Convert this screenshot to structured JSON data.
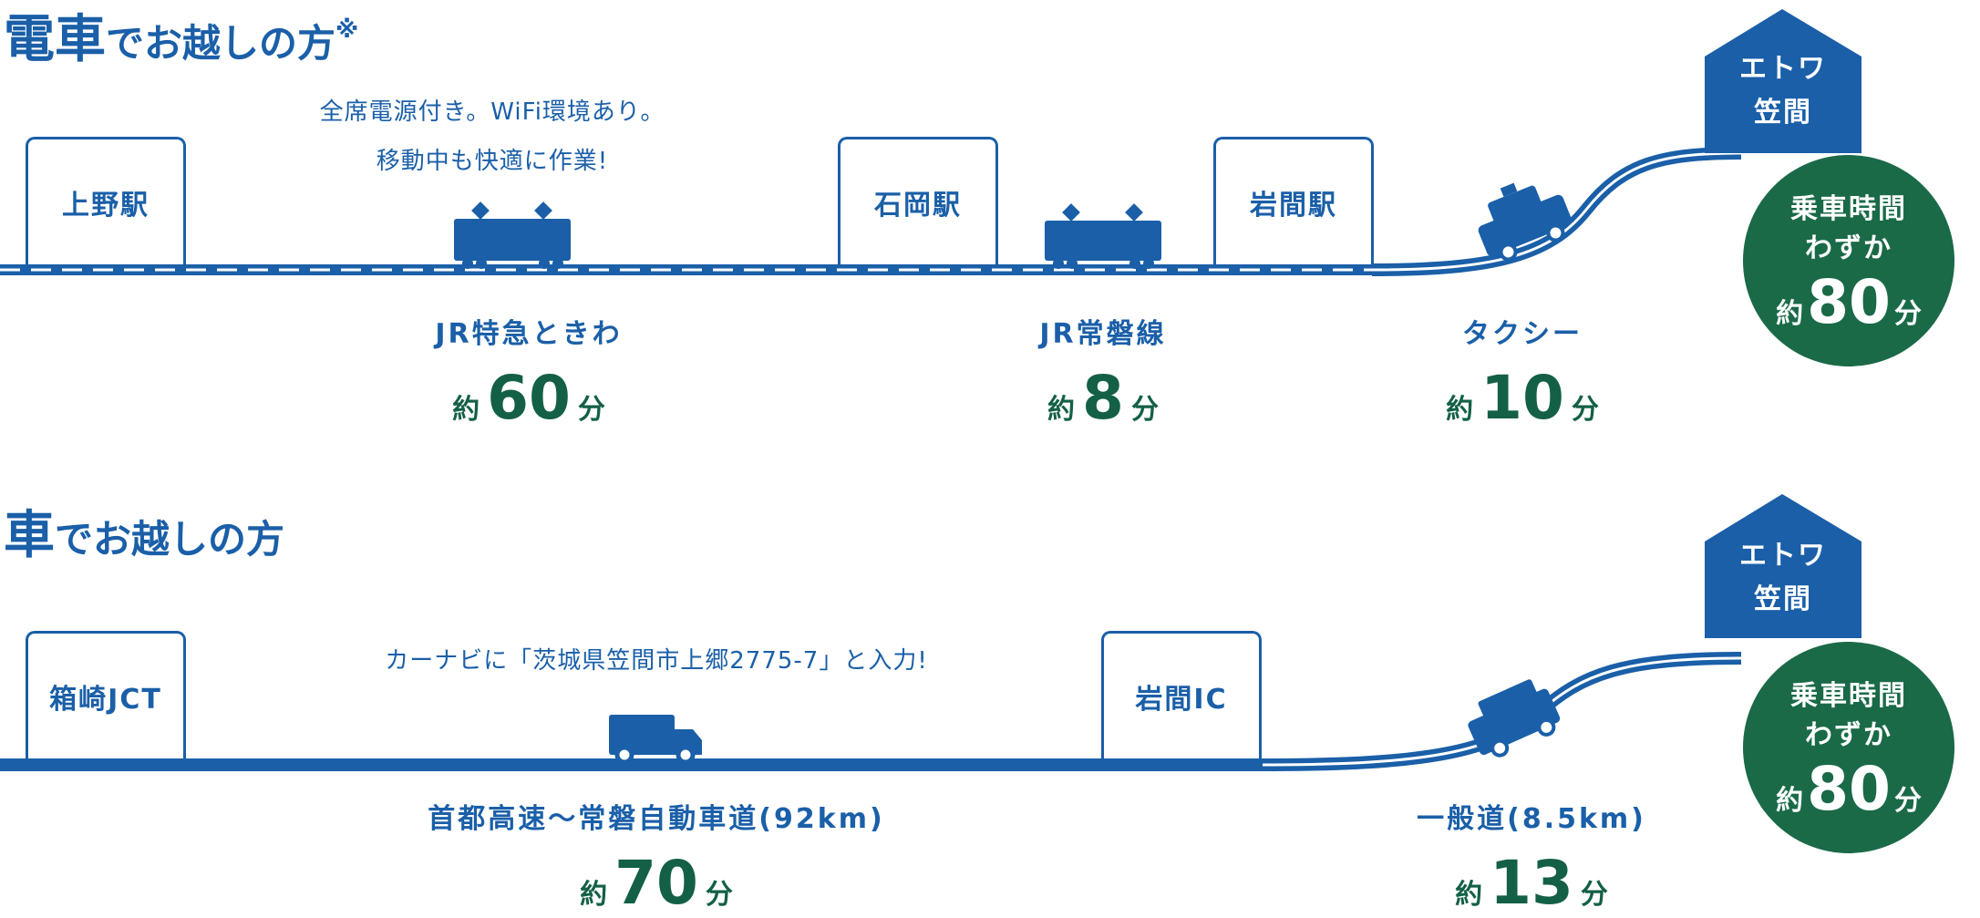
{
  "train": {
    "heading_main": "電車",
    "heading_rest": "でお越しの方",
    "heading_mark": "※",
    "stations": [
      "上野駅",
      "石岡駅",
      "岩間駅"
    ],
    "note_lines": [
      "全席電源付き。WiFi環境あり。",
      "移動中も快適に作業!"
    ],
    "segments": [
      {
        "name": "JR特急ときわ",
        "prefix": "約",
        "minutes": "60",
        "unit": "分"
      },
      {
        "name": "JR常磐線",
        "prefix": "約",
        "minutes": "8",
        "unit": "分"
      },
      {
        "name": "タクシー",
        "prefix": "約",
        "minutes": "10",
        "unit": "分"
      }
    ],
    "destination": {
      "line1": "エトワ",
      "line2": "笠間"
    },
    "total": {
      "line1": "乗車時間",
      "line2": "わずか",
      "prefix": "約",
      "minutes": "80",
      "unit": "分"
    }
  },
  "car": {
    "heading_main": "車",
    "heading_rest": "でお越しの方",
    "points": [
      "箱崎JCT",
      "岩間IC"
    ],
    "note": "カーナビに「茨城県笠間市上郷2775-7」と入力!",
    "segments": [
      {
        "name": "首都高速〜常磐自動車道(92km)",
        "prefix": "約",
        "minutes": "70",
        "unit": "分"
      },
      {
        "name": "一般道(8.5km)",
        "prefix": "約",
        "minutes": "13",
        "unit": "分"
      }
    ],
    "destination": {
      "line1": "エトワ",
      "line2": "笠間"
    },
    "total": {
      "line1": "乗車時間",
      "line2": "わずか",
      "prefix": "約",
      "minutes": "80",
      "unit": "分"
    }
  },
  "colors": {
    "blue": "#1a5fa8",
    "green": "#1a6a48",
    "dark_green": "#136046"
  }
}
